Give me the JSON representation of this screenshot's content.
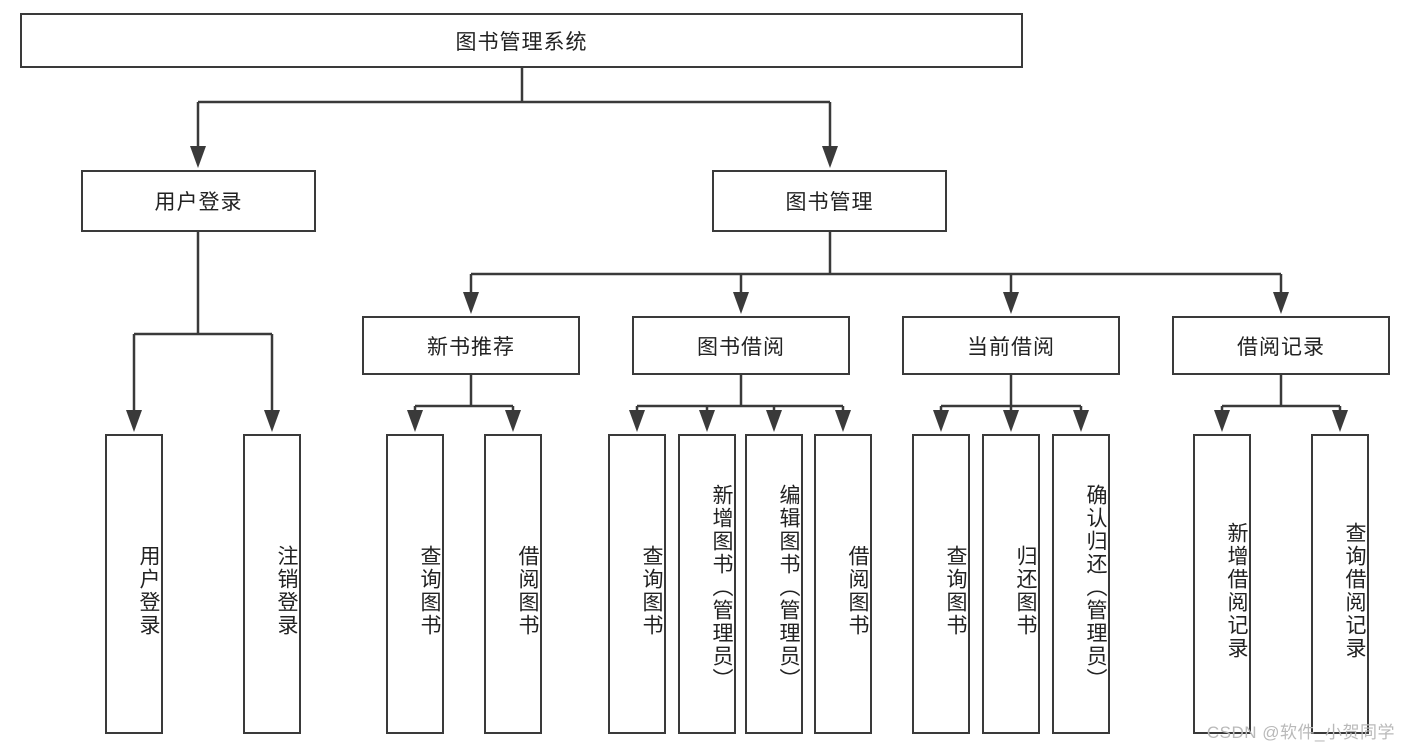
{
  "diagram": {
    "title": "图书管理系统",
    "watermark": "CSDN @软件_小贺同学",
    "colors": {
      "border": "#3a3a3a",
      "text": "#222222",
      "background": "#ffffff",
      "watermark": "#b9b9b9"
    },
    "root": {
      "label": "图书管理系统"
    },
    "level2": [
      {
        "label": "用户登录"
      },
      {
        "label": "图书管理"
      }
    ],
    "level3": [
      {
        "label": "新书推荐"
      },
      {
        "label": "图书借阅"
      },
      {
        "label": "当前借阅"
      },
      {
        "label": "借阅记录"
      }
    ],
    "leaves": {
      "user_login": [
        {
          "label": "用户登录"
        },
        {
          "label": "注销登录"
        }
      ],
      "new_books": [
        {
          "label": "查询图书"
        },
        {
          "label": "借阅图书"
        }
      ],
      "book_borrow": [
        {
          "label": "查询图书"
        },
        {
          "label": "新增图书（管理员）"
        },
        {
          "label": "编辑图书（管理员）"
        },
        {
          "label": "借阅图书"
        }
      ],
      "current_borrow": [
        {
          "label": "查询图书"
        },
        {
          "label": "归还图书"
        },
        {
          "label": "确认归还（管理员）"
        }
      ],
      "borrow_records": [
        {
          "label": "新增借阅记录"
        },
        {
          "label": "查询借阅记录"
        }
      ]
    }
  }
}
